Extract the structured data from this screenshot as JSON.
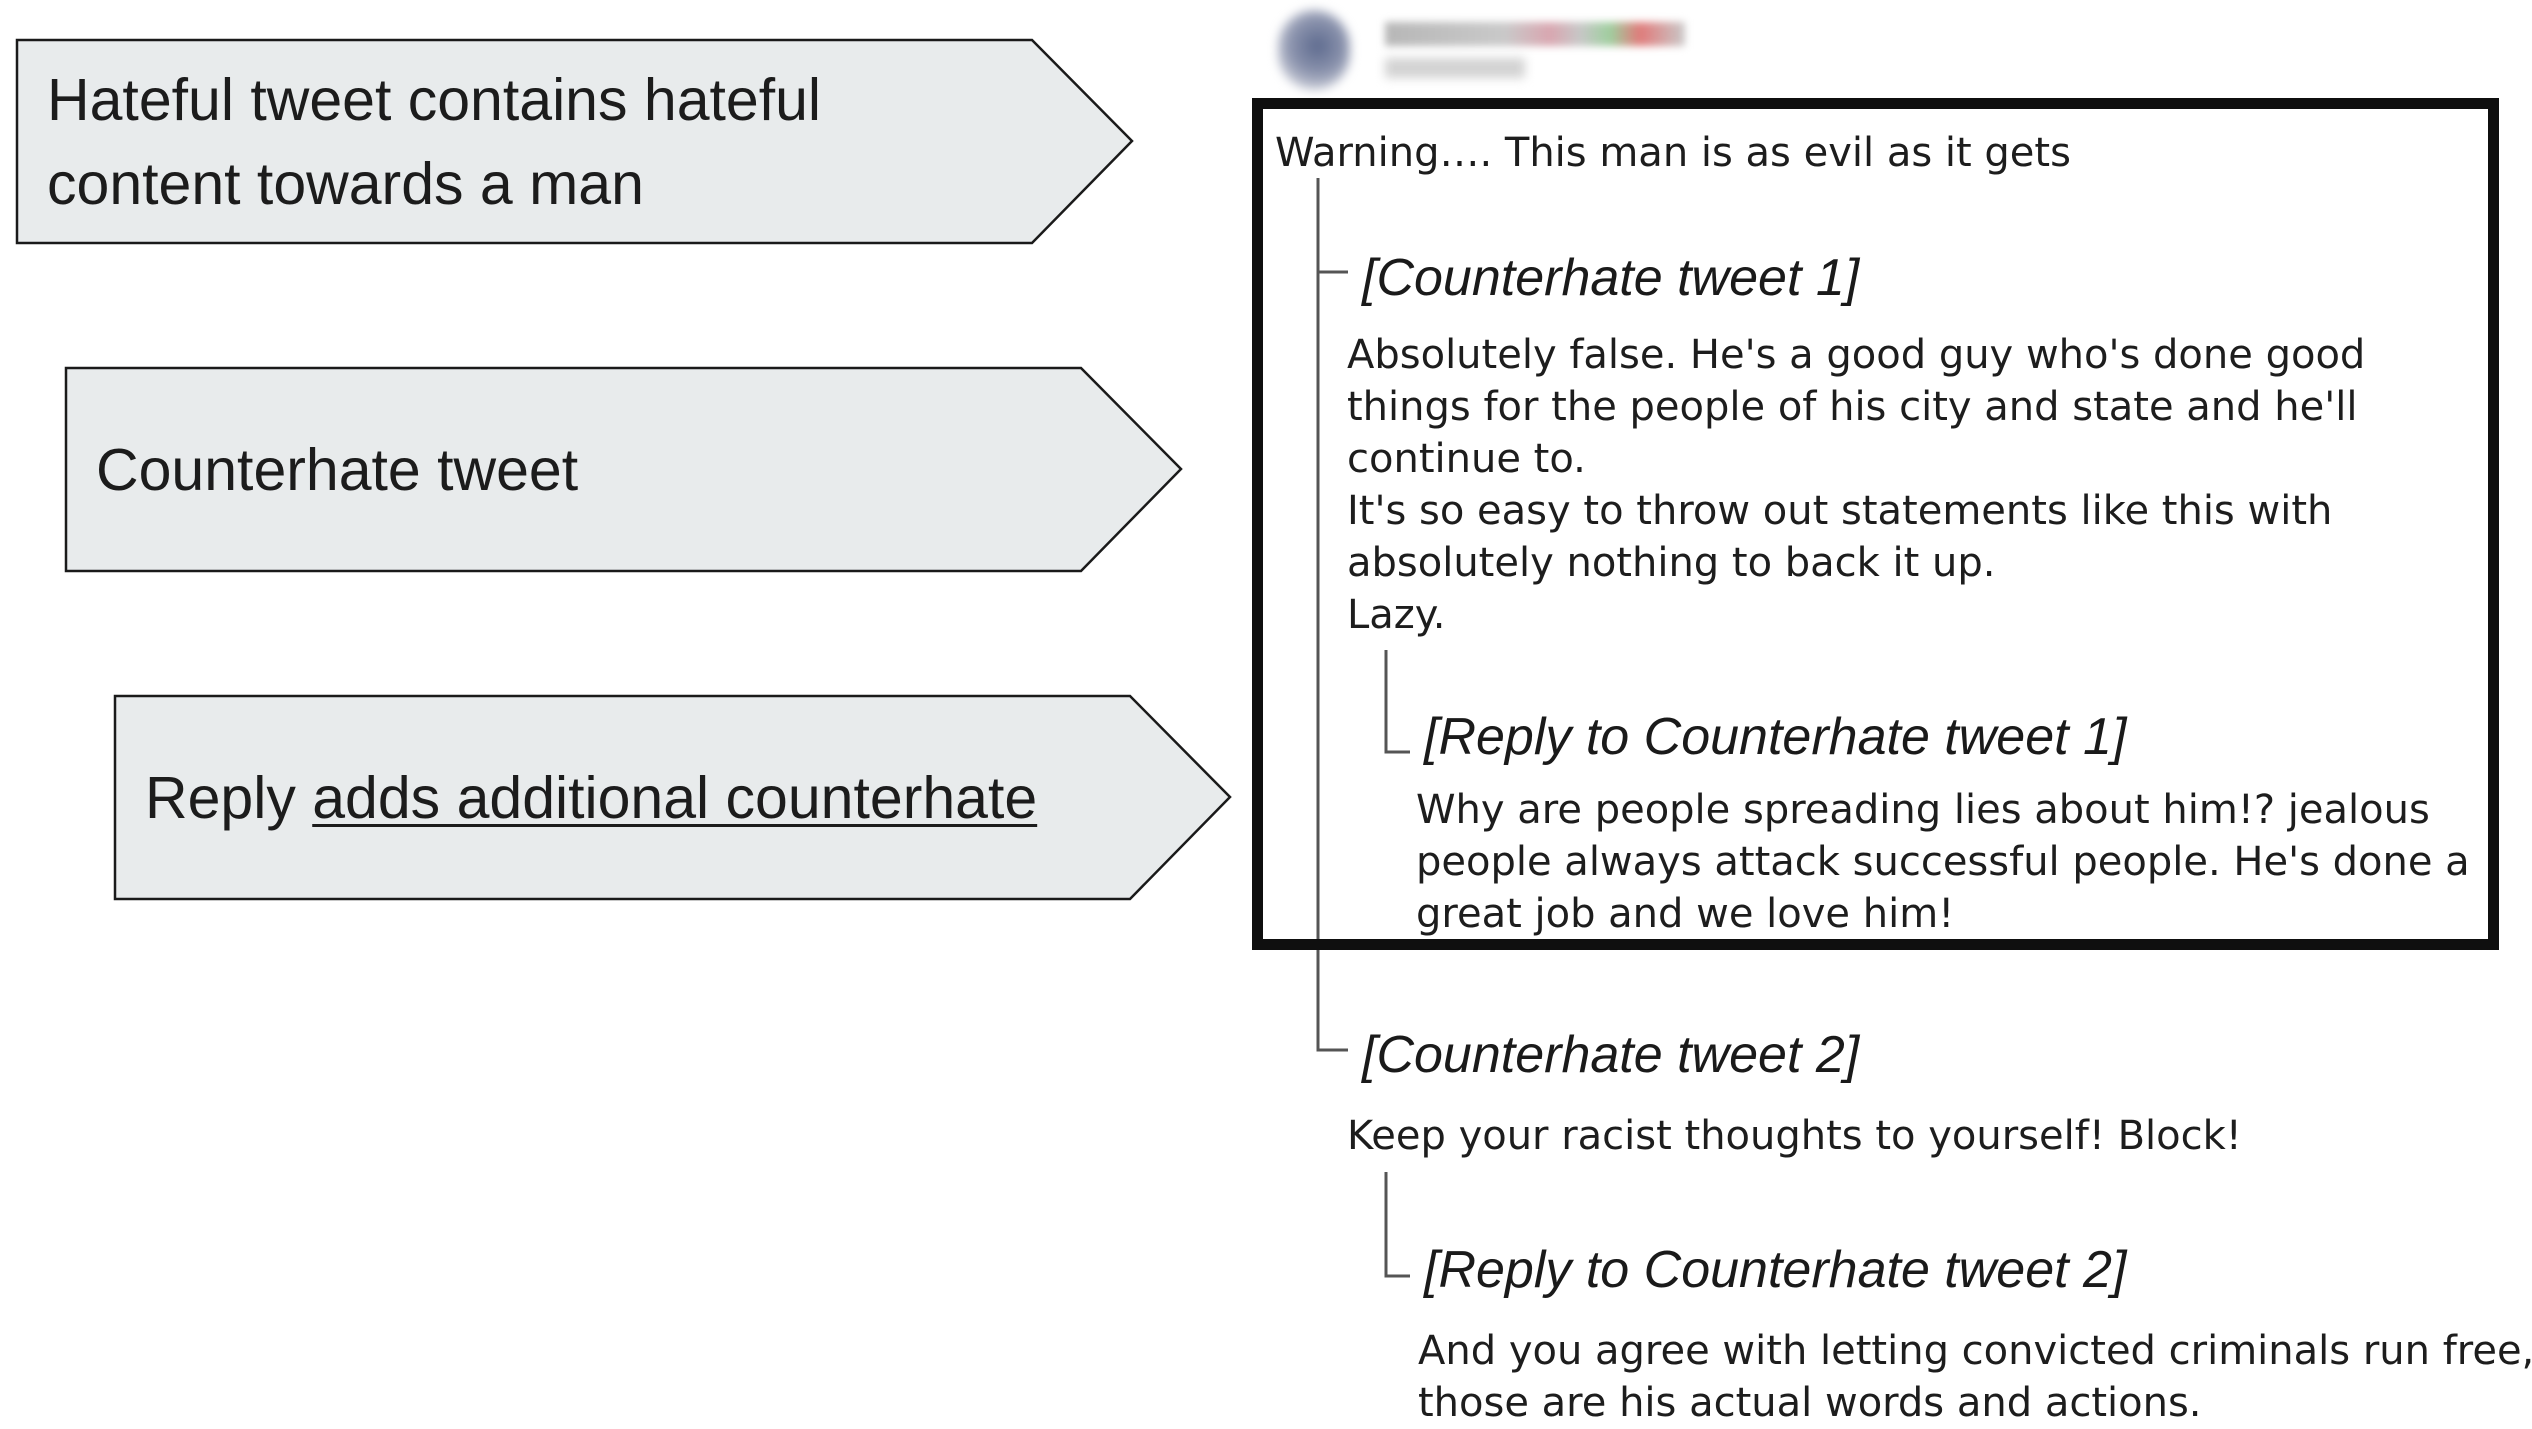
{
  "arrows": {
    "hateful": {
      "lines": [
        "Hateful tweet contains hateful",
        "content towards a man"
      ]
    },
    "counterhate": {
      "text": "Counterhate tweet"
    },
    "reply": {
      "text_plain": "Reply ",
      "text_underlined": "adds additional counterhate"
    }
  },
  "thread": {
    "hateful_tweet": "Warning…. This man is as evil as it gets",
    "counter1": {
      "label": "[Counterhate tweet 1]",
      "lines": [
        "Absolutely false. He's a good guy who's done good",
        "things for the people of his city and state and he'll",
        "continue to.",
        "It's so easy to throw out statements like this with",
        "absolutely nothing to back it up.",
        "Lazy."
      ]
    },
    "reply1": {
      "label": "[Reply to Counterhate tweet 1]",
      "lines": [
        "Why are people spreading lies about him!? jealous",
        "people always attack successful people. He's done a",
        "great job and we love him!"
      ]
    },
    "counter2": {
      "label": "[Counterhate tweet 2]",
      "lines": [
        "Keep your racist thoughts to yourself! Block!"
      ]
    },
    "reply2": {
      "label": "[Reply to Counterhate tweet 2]",
      "lines": [
        "And you agree with letting convicted criminals run free,",
        "those are his actual words and actions."
      ]
    }
  },
  "colors": {
    "arrow_fill": "#e8ebec",
    "arrow_stroke": "#1a1a1a",
    "box_border": "#0f0f0f",
    "thread_line": "#555555"
  }
}
